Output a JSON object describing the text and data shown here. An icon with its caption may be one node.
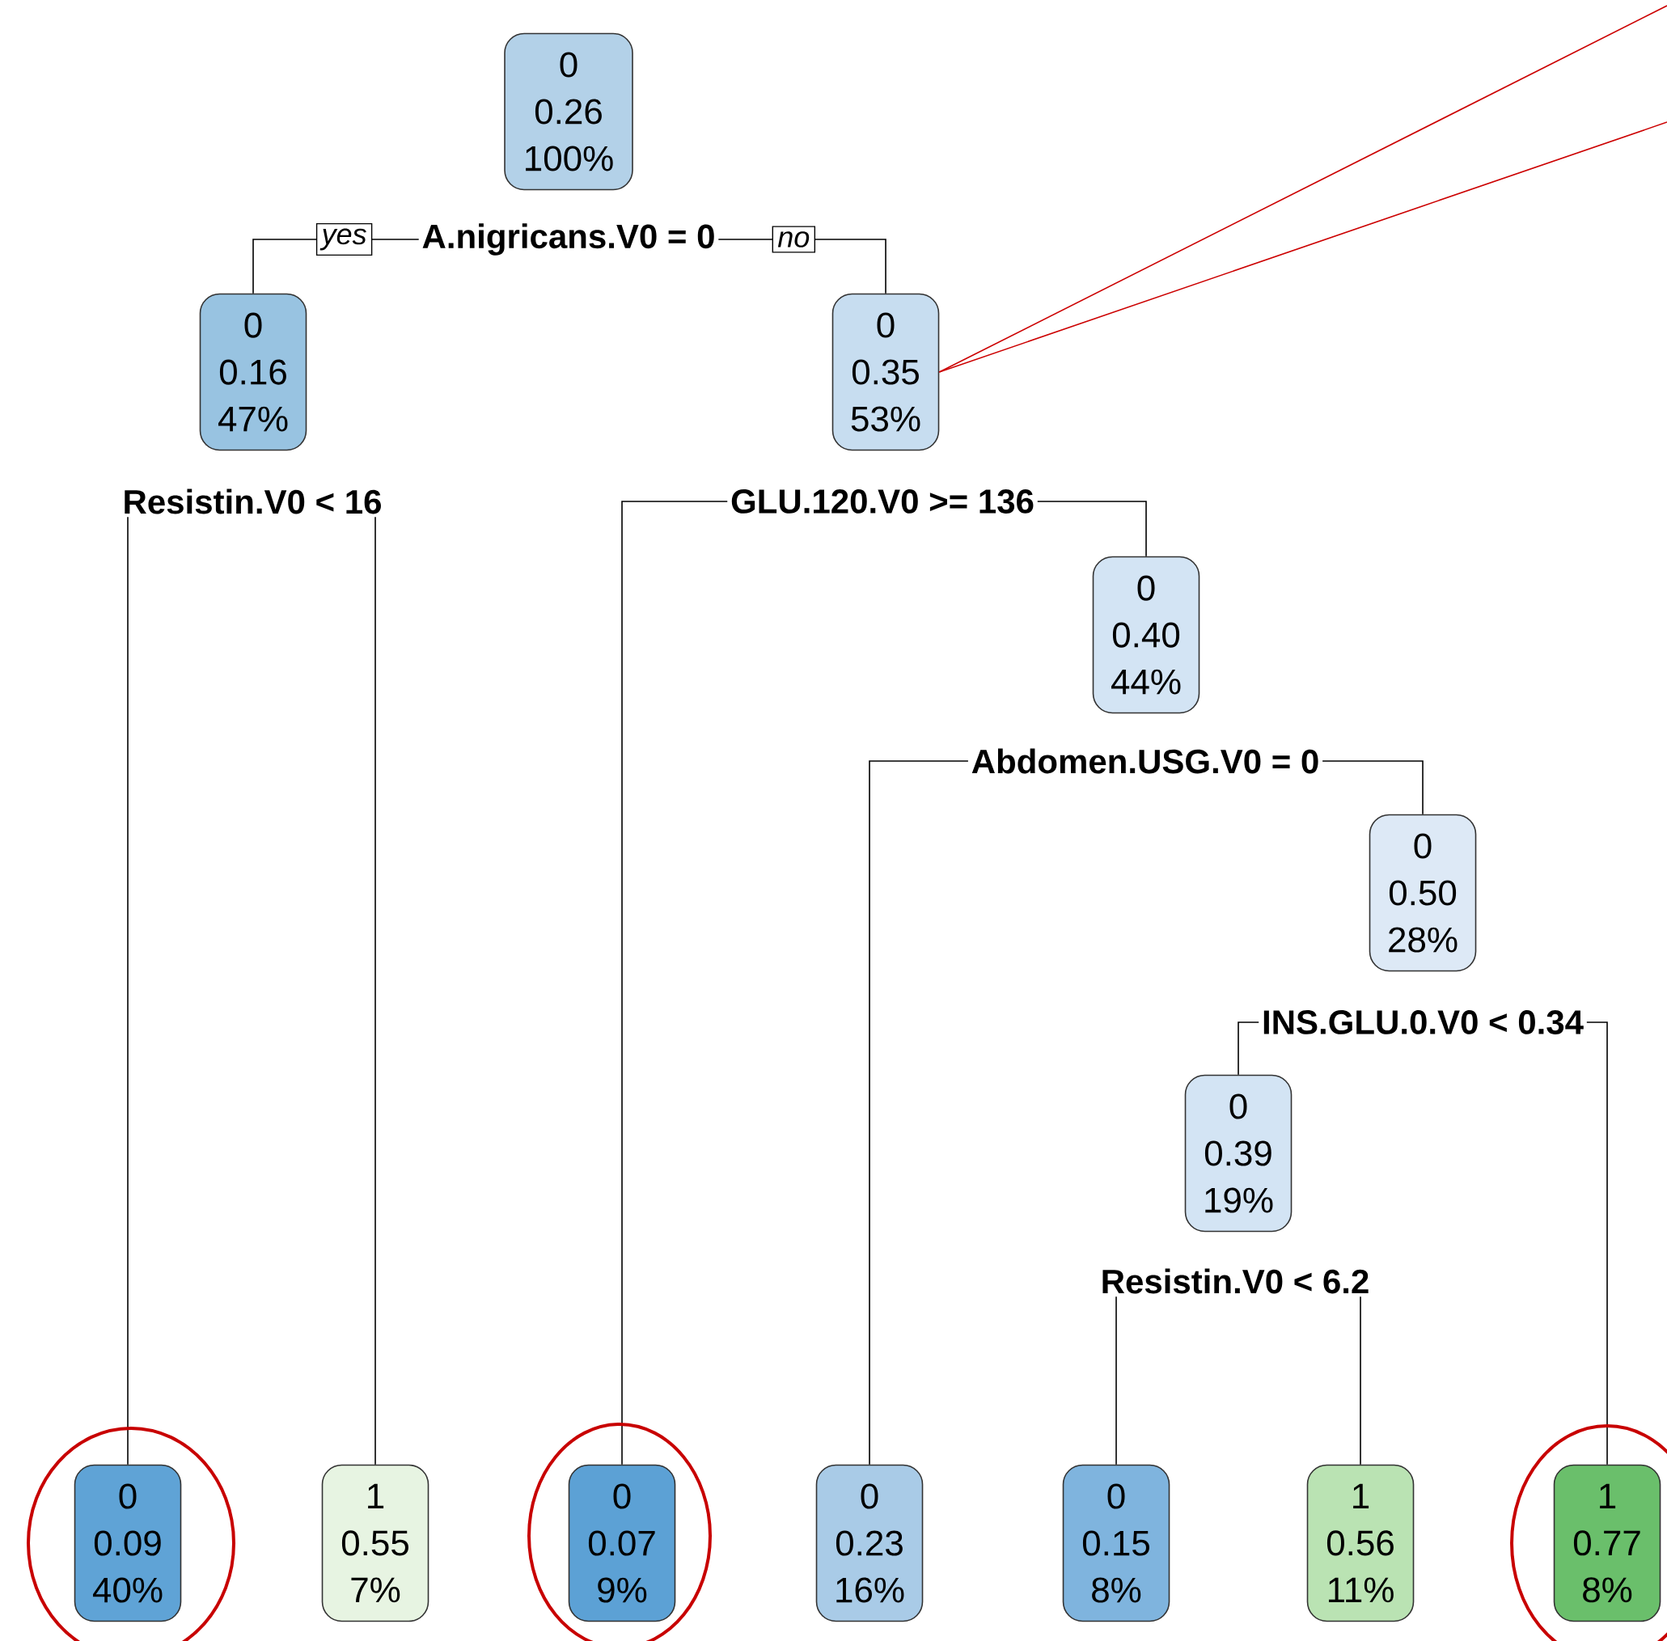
{
  "diagram": {
    "nodes": [
      {
        "text": [
          "0",
          "0.26",
          "100%"
        ]
      },
      {
        "text": [
          "A.nigricans.V0 = 0"
        ]
      },
      {
        "text": [
          "0",
          "0.16",
          "47%"
        ]
      },
      {
        "text": [
          "0",
          "0.35",
          "53%"
        ]
      },
      {
        "text": [
          "Resistin.V0 < 16"
        ]
      },
      {
        "text": [
          "GLU.120.V0 >= 136"
        ]
      },
      {
        "text": [
          "0",
          "0.40",
          "44%"
        ]
      },
      {
        "text": [
          "Abdomen.USG.V0 = 0"
        ]
      },
      {
        "text": [
          "0",
          "0.50",
          "28%"
        ]
      },
      {
        "text": [
          "INS.GLU.0.V0 < 0.34"
        ]
      },
      {
        "text": [
          "0",
          "0.39",
          "19%"
        ]
      },
      {
        "text": [
          "Resistin.V0 < 6.2"
        ]
      },
      {
        "text": [
          "0",
          "0.09",
          "40%"
        ]
      },
      {
        "text": [
          "1",
          "0.55",
          "7%"
        ]
      },
      {
        "text": [
          "0",
          "0.07",
          "9%"
        ]
      },
      {
        "text": [
          "0",
          "0.23",
          "16%"
        ]
      },
      {
        "text": [
          "0",
          "0.15",
          "8%"
        ]
      },
      {
        "text": [
          "1",
          "0.56",
          "11%"
        ]
      },
      {
        "text": [
          "1",
          "0.77",
          "8%"
        ]
      }
    ],
    "edges": [
      {
        "from": 1,
        "to": 2,
        "arrow": "none",
        "label": "yes"
      },
      {
        "from": 1,
        "to": 3,
        "arrow": "none",
        "label": "no"
      },
      {
        "from": 4,
        "to": 12,
        "arrow": "none"
      },
      {
        "from": 4,
        "to": 13,
        "arrow": "none"
      },
      {
        "from": 5,
        "to": 14,
        "arrow": "none"
      },
      {
        "from": 5,
        "to": 6,
        "arrow": "none"
      },
      {
        "from": 7,
        "to": 15,
        "arrow": "none"
      },
      {
        "from": 7,
        "to": 8,
        "arrow": "none"
      },
      {
        "from": 9,
        "to": 10,
        "arrow": "none"
      },
      {
        "from": 9,
        "to": 18,
        "arrow": "none"
      },
      {
        "from": 11,
        "to": 16,
        "arrow": "none"
      },
      {
        "from": 11,
        "to": 17,
        "arrow": "none"
      },
      {
        "from": null,
        "to": 3,
        "arrow": "none",
        "color": "#cc0000"
      },
      {
        "from": null,
        "to": 3,
        "arrow": "none",
        "color": "#cc0000"
      }
    ]
  }
}
